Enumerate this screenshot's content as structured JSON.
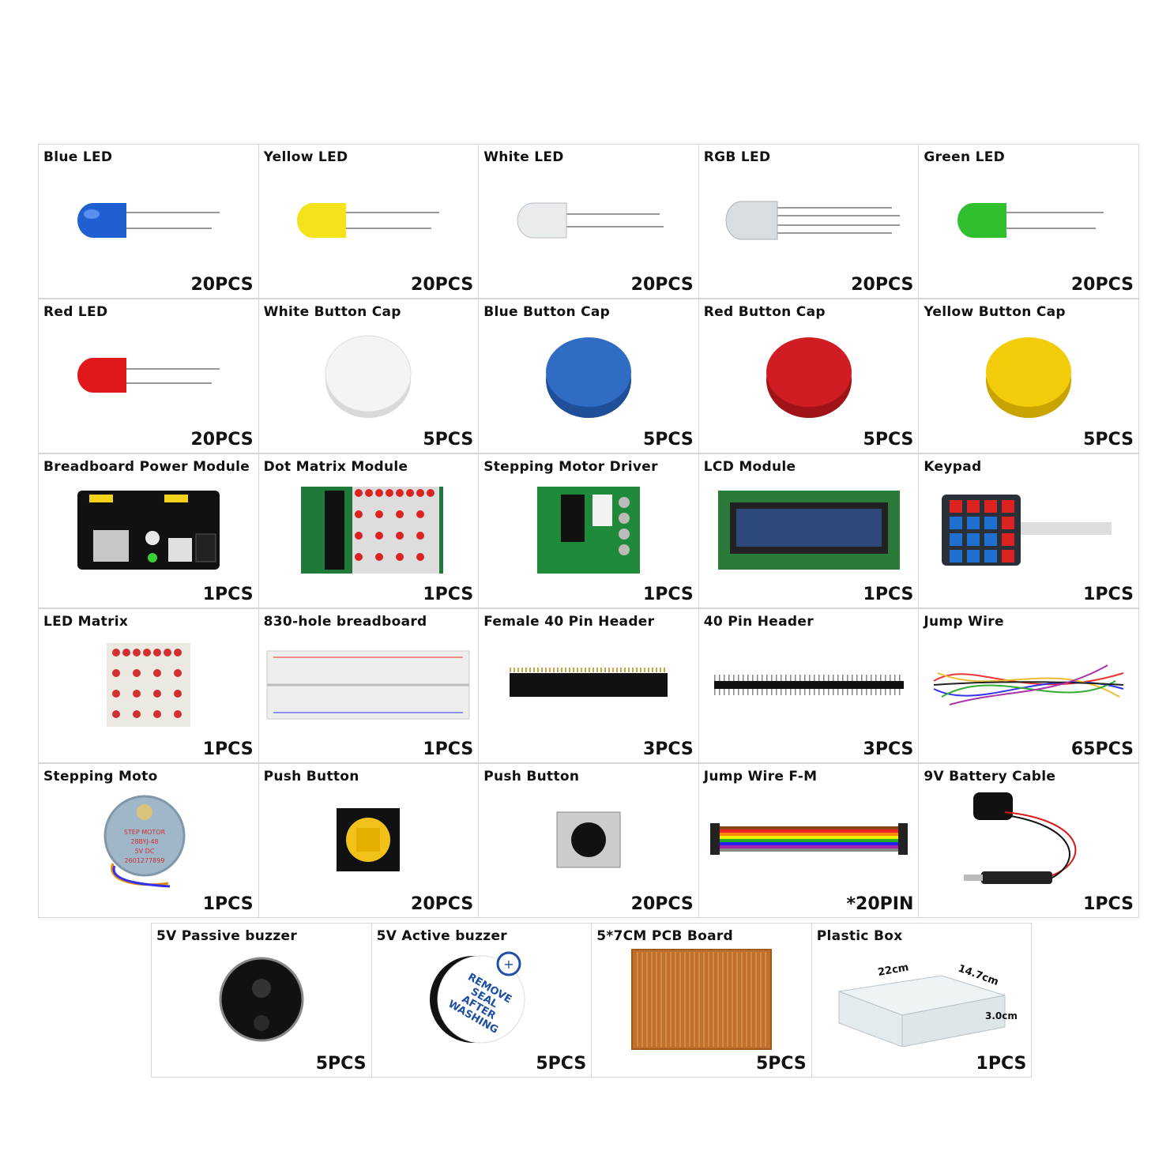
{
  "items": [
    {
      "label": "Blue LED",
      "qty": "20PCS",
      "icon": "blue-led-icon",
      "color": "#1f5fd1"
    },
    {
      "label": "Yellow LED",
      "qty": "20PCS",
      "icon": "yellow-led-icon",
      "color": "#f4e21a"
    },
    {
      "label": "White LED",
      "qty": "20PCS",
      "icon": "white-led-icon",
      "color": "#e8ecef"
    },
    {
      "label": "RGB LED",
      "qty": "20PCS",
      "icon": "rgb-led-icon",
      "color": "#d8dde2"
    },
    {
      "label": "Green LED",
      "qty": "20PCS",
      "icon": "green-led-icon",
      "color": "#2fbf2f"
    },
    {
      "label": "Red LED",
      "qty": "20PCS",
      "icon": "red-led-icon",
      "color": "#e0181c"
    },
    {
      "label": "White Button Cap",
      "qty": "5PCS",
      "icon": "white-button-cap-icon",
      "color": "#f1f1f1"
    },
    {
      "label": "Blue Button Cap",
      "qty": "5PCS",
      "icon": "blue-button-cap-icon",
      "color": "#2f6cc4"
    },
    {
      "label": "Red Button Cap",
      "qty": "5PCS",
      "icon": "red-button-cap-icon",
      "color": "#d21c24"
    },
    {
      "label": "Yellow Button Cap",
      "qty": "5PCS",
      "icon": "yellow-button-cap-icon",
      "color": "#f2cc0a"
    },
    {
      "label": "Breadboard Power Module",
      "qty": "1PCS",
      "icon": "power-module-icon",
      "color": "#111111"
    },
    {
      "label": "Dot Matrix Module",
      "qty": "1PCS",
      "icon": "dot-matrix-module-icon",
      "color": "#1f7a3a"
    },
    {
      "label": "Stepping Motor Driver",
      "qty": "1PCS",
      "icon": "motor-driver-icon",
      "color": "#1f8a3a"
    },
    {
      "label": "LCD Module",
      "qty": "1PCS",
      "icon": "lcd-module-icon",
      "color": "#2a7a3a"
    },
    {
      "label": "Keypad",
      "qty": "1PCS",
      "icon": "keypad-icon",
      "color": "#2b2f38"
    },
    {
      "label": "LED Matrix",
      "qty": "1PCS",
      "icon": "led-matrix-icon",
      "color": "#d23030"
    },
    {
      "label": "830-hole breadboard",
      "qty": "1PCS",
      "icon": "breadboard-icon",
      "color": "#eeeeee"
    },
    {
      "label": "Female  40 Pin Header",
      "qty": "3PCS",
      "icon": "female-pin-header-icon",
      "color": "#111111"
    },
    {
      "label": "40 Pin Header",
      "qty": "3PCS",
      "icon": "pin-header-icon",
      "color": "#111111"
    },
    {
      "label": "Jump  Wire",
      "qty": "65PCS",
      "icon": "jump-wire-icon",
      "color": "#333333"
    },
    {
      "label": "Stepping Moto",
      "qty": "1PCS",
      "icon": "stepper-motor-icon",
      "color": "#9fb7c9"
    },
    {
      "label": "Push Button",
      "qty": "20PCS",
      "icon": "push-button-large-icon",
      "color": "#f2c21a"
    },
    {
      "label": "Push Button",
      "qty": "20PCS",
      "icon": "push-button-small-icon",
      "color": "#111111"
    },
    {
      "label": "Jump Wire F-M",
      "qty": "*20PIN",
      "icon": "ribbon-wire-icon",
      "color": "#444444"
    },
    {
      "label": "9V Battery Cable",
      "qty": "1PCS",
      "icon": "battery-cable-icon",
      "color": "#d81818"
    }
  ],
  "last_row": [
    {
      "label": "5V Passive buzzer",
      "qty": "5PCS",
      "icon": "passive-buzzer-icon",
      "color": "#111111"
    },
    {
      "label": "5V Active buzzer",
      "qty": "5PCS",
      "icon": "active-buzzer-icon",
      "color": "#111111",
      "sticker_text": [
        "REMOVE",
        "SEAL",
        "AFTER",
        "WASHING"
      ]
    },
    {
      "label": "5*7CM PCB Board",
      "qty": "5PCS",
      "icon": "pcb-board-icon",
      "color": "#c0702a"
    },
    {
      "label": "Plastic Box",
      "qty": "1PCS",
      "icon": "plastic-box-icon",
      "color": "#dfe6ea",
      "dims": [
        "22cm",
        "14.7cm",
        "3.0cm"
      ]
    }
  ],
  "motor_text": [
    "STEP MOTOR",
    "28BYJ-48",
    "5V DC",
    "2601277899"
  ]
}
